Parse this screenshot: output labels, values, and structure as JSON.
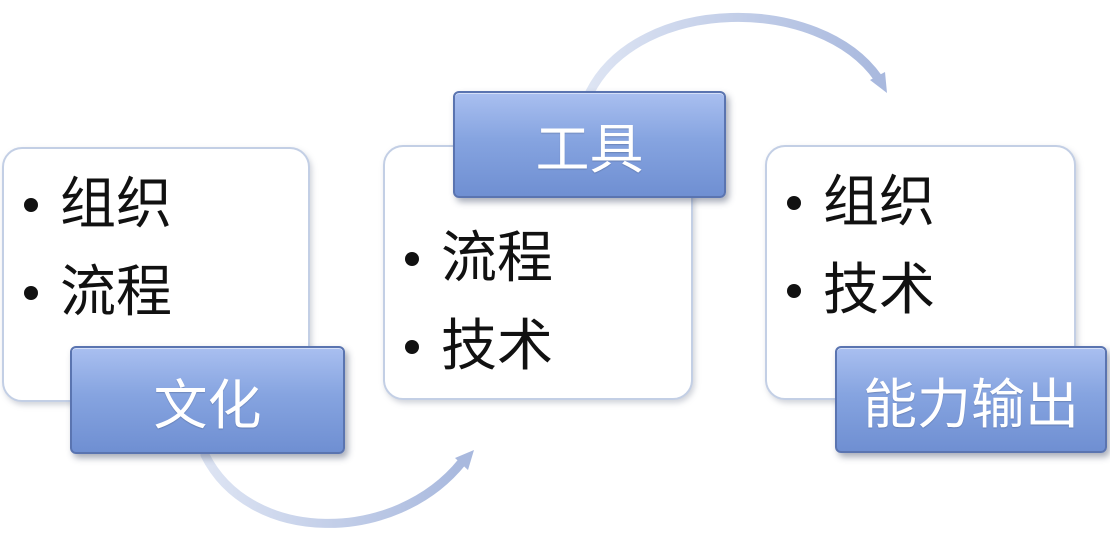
{
  "colors": {
    "tag_fill": "#86a4e0",
    "tag_border": "#5a74b0",
    "card_border": "#c3cfe5",
    "arrow": "#b3c2e2",
    "text": "#111111"
  },
  "stages": [
    {
      "tag": "文化",
      "items": [
        "组织",
        "流程"
      ]
    },
    {
      "tag": "工具",
      "items": [
        "流程",
        "技术"
      ]
    },
    {
      "tag": "能力输出",
      "items": [
        "组织",
        "技术"
      ]
    }
  ],
  "connectors": [
    {
      "from": "文化",
      "to": "工具",
      "direction": "curved-arrow-bottom"
    },
    {
      "from": "工具",
      "to": "能力输出",
      "direction": "curved-arrow-top"
    }
  ]
}
